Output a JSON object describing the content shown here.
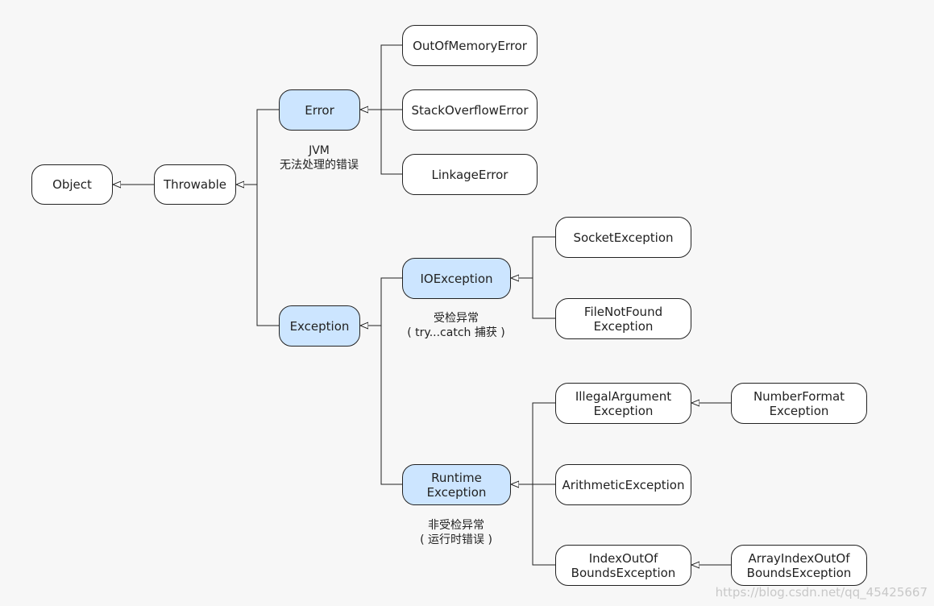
{
  "colors": {
    "node_fill": "#ffffff",
    "highlight_fill": "#cce5ff",
    "stroke": "#222222"
  },
  "nodes": {
    "object": "Object",
    "throwable": "Throwable",
    "error": "Error",
    "exception": "Exception",
    "out_of_memory_error": "OutOfMemoryError",
    "stack_overflow_error": "StackOverflowError",
    "linkage_error": "LinkageError",
    "io_exception": "IOException",
    "socket_exception": "SocketException",
    "file_not_found_exception": "FileNotFound\nException",
    "runtime_exception": "Runtime\nException",
    "illegal_argument_exception": "IllegalArgument\nException",
    "number_format_exception": "NumberFormat\nException",
    "arithmetic_exception": "ArithmeticException",
    "index_out_of_bounds_exception": "IndexOutOf\nBoundsException",
    "array_index_out_of_bounds_exception": "ArrayIndexOutOf\nBoundsException"
  },
  "notes": {
    "error_note": "JVM\n无法处理的错误",
    "io_note": "受检异常\n( try...catch 捕获 )",
    "runtime_note": "非受检异常\n( 运行时错误 )"
  },
  "watermark": "https://blog.csdn.net/qq_45425667"
}
